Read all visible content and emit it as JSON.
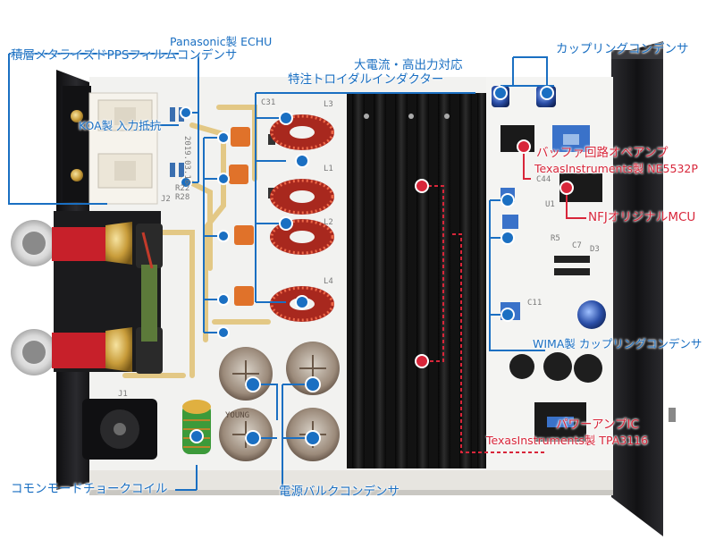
{
  "colors": {
    "callout_blue": "#1a6fc2",
    "callout_red": "#d8263a",
    "pcb_white": "#f2f2f0",
    "chassis_black": "#1c1c1e",
    "heatsink": "#161616",
    "trace_gold": "#e0c27a",
    "capacitor_film": "#e0722a",
    "inductor_copper": "#d6402a",
    "bulk_cap": "#a88f7a"
  },
  "labels": {
    "panasonic_1": "Panasonic製 ECHU",
    "panasonic_2": "積層メタライズドPPSフィルムコンデンサ",
    "koa": "KOA製 入力抵抗",
    "toroidal_1": "大電流・高出力対応",
    "toroidal_2": "特注トロイダルインダクター",
    "coupling_top": "カップリングコンデンサ",
    "buffer_1": "バッファ回路オペアンプ",
    "buffer_2": "TexasInstruments製 NE5532P",
    "mcu": "NFJオリジナルMCU",
    "wima": "WIMA製 カップリングコンデンサ",
    "power_amp_1": "パワーアンプIC",
    "power_amp_2": "TexasInstruments製 TPA3116",
    "cmc": "コモンモードチョークコイル",
    "bulk": "電源バルクコンデンサ"
  },
  "board_text": {
    "date": "2019.03.16",
    "c31": "C31",
    "l3": "L3",
    "l1": "L1",
    "l2": "L2",
    "l4": "L4",
    "j2": "J2",
    "j1": "J1",
    "r22": "R22",
    "r28": "R28",
    "c44": "C44",
    "u1": "U1",
    "r5": "R5",
    "d3": "D3",
    "c11": "C11",
    "c7": "C7",
    "young": "YOUNG"
  },
  "icons": {
    "marker": "blue-circle-dot-icon",
    "marker_red": "red-circle-dot-icon"
  }
}
